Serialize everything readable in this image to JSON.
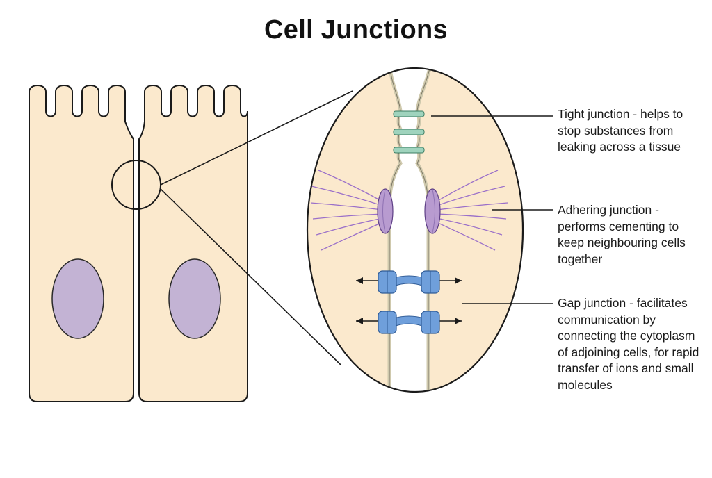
{
  "title": "Cell Junctions",
  "labels": {
    "tight": "Tight junction - helps to stop substances from leaking across a tissue",
    "adhering": "Adhering junction - performs cementing to keep neighbouring cells together",
    "gap": "Gap junction - facilitates communication by connecting the cytoplasm of adjoining cells, for rapid transfer of ions and small molecules"
  },
  "colors": {
    "cytoplasm": "#fbe9cd",
    "outline": "#1a1a1a",
    "nucleus": "#c3b3d4",
    "membrane": "#cfc9ad",
    "tight_junction": "#9fd3bd",
    "adhering_plaque": "#b89bd0",
    "filament": "#9a6fc9",
    "gap_connexon": "#6f9fdb"
  }
}
